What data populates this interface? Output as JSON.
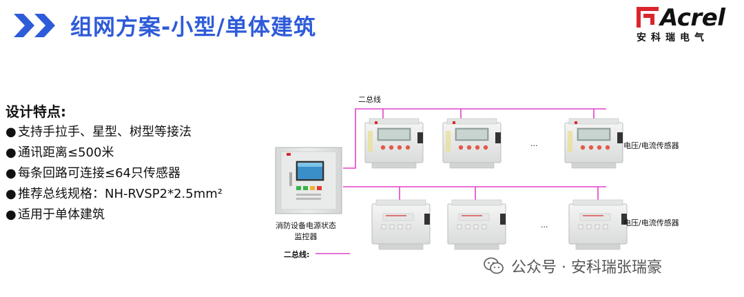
{
  "header": {
    "title": "组网方案-小型/单体建筑",
    "logo_text": "Acrel",
    "logo_subtitle": "安科瑞电气",
    "colors": {
      "title": "#2E5BD8",
      "chevron": "#2E5BD8",
      "logo_red": "#D9262C"
    }
  },
  "features": {
    "title": "设计特点:",
    "bullet": "●",
    "items": [
      "支持手拉手、星型、树型等接法",
      "通讯距离≤500米",
      "每条回路可连接≤64只传感器",
      "推荐总线规格：NH-RVSP2*2.5mm²",
      "适用于单体建筑"
    ]
  },
  "diagram": {
    "bus_label_top": "二总线",
    "sensor_label_row1": "电压/电流传感器",
    "sensor_label_row2": "电压/电流传感器",
    "ellipsis": "...",
    "controller_caption_line1": "消防设备电源状态",
    "controller_caption_line2": "监控器",
    "legend_label": "二总线:",
    "bus_color": "#E040C8"
  },
  "watermark": {
    "text": "公众号 · 安科瑞张瑞豪",
    "icon": "wechat-icon"
  }
}
